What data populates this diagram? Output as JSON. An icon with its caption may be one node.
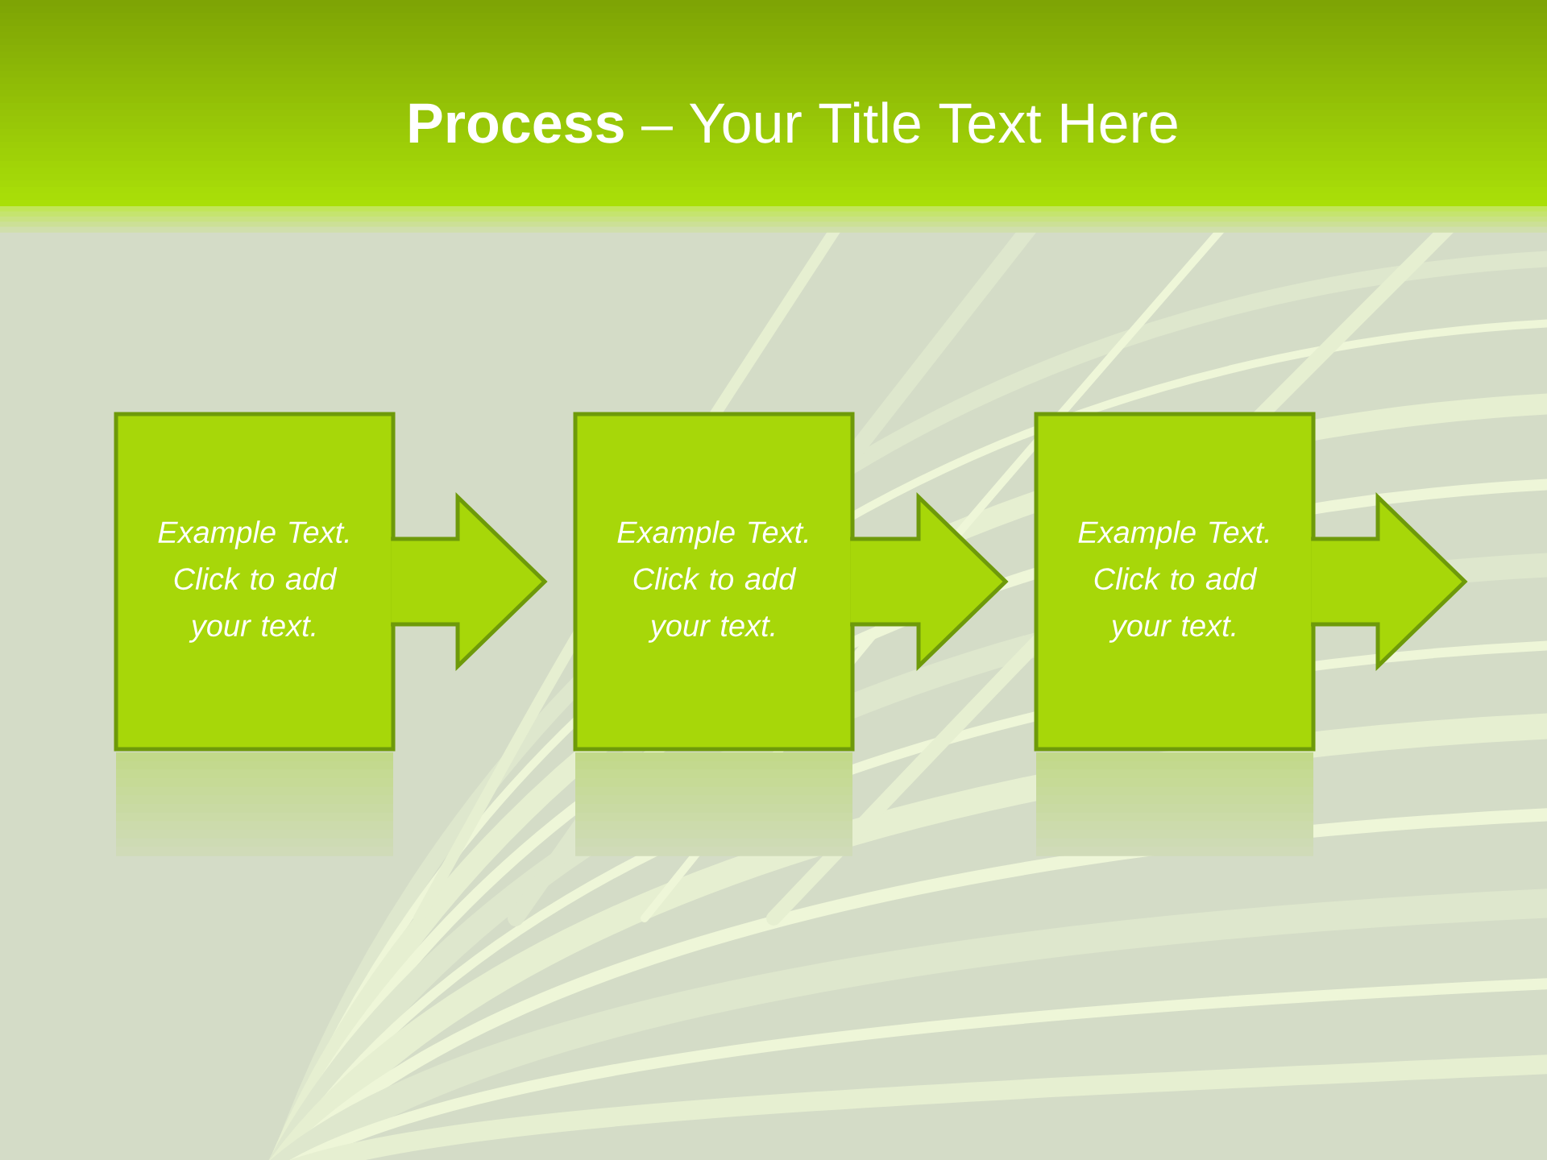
{
  "diagram": {
    "title": "**Process** – Your Title Text Here",
    "nodes": [
      {
        "text": [
          "Example Text. Click to add your text."
        ]
      },
      {
        "text": [
          "Example Text. Click to add your text."
        ]
      },
      {
        "text": [
          "Example Text. Click to add your text."
        ]
      }
    ],
    "edges": [
      {
        "from": 0,
        "to": 1,
        "arrow": "to"
      },
      {
        "from": 1,
        "to": 2,
        "arrow": "to"
      },
      {
        "from": 2,
        "to": null,
        "arrow": "to"
      }
    ]
  }
}
